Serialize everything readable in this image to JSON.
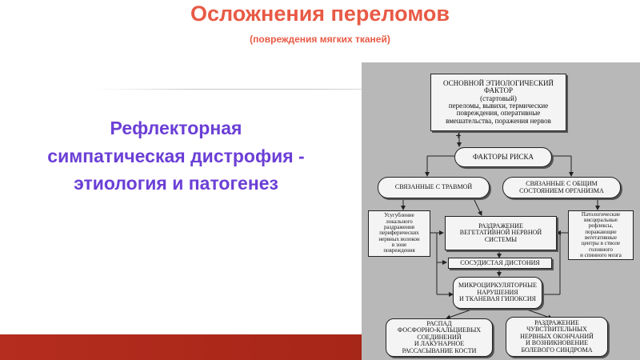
{
  "slide": {
    "title": "Осложнения переломов",
    "subtitle": "(повреждения мягких тканей)",
    "heading_lines": [
      "Рефлекторная",
      "симпатическая дистрофия -",
      "этиология и  патогенез"
    ]
  },
  "diagram": {
    "main_factor": [
      "ОСНОВНОЙ  ЭТИОЛОГИЧЕСКИЙ",
      "ФАКТОР",
      "(стартовый)",
      "переломы, вывихи, термические",
      "повреждения, оперативные",
      "вмешательства, поражения нервов"
    ],
    "plus_sign": "+",
    "risk_factors": "ФАКТОРЫ РИСКА",
    "trauma_related": "СВЯЗАННЫЕ С ТРАВМОЙ",
    "general_condition": [
      "СВЯЗАННЫЕ С ОБЩИМ",
      "СОСТОЯНИЕМ ОРГАНИЗМА"
    ],
    "local_irritation": [
      "Усугубление",
      "локального",
      "раздражения",
      "периферических",
      "нервных  волокон",
      "в зоне",
      "повреждения"
    ],
    "pathological_reflexes": [
      "Патологические",
      "висцеральные",
      "рефлексы,",
      "поражающие",
      "вегетативные",
      "центры в стволе",
      "головного",
      "и спинного мозга"
    ],
    "autonomic_irritation": [
      "РАЗДРАЖЕНИЕ",
      "ВЕГЕТАТИВНОЙ НЕРВНОЙ",
      "СИСТЕМЫ"
    ],
    "vascular_dystonia": "СОСУДИСТАЯ ДИСТОНИЯ",
    "microcirculatory": [
      "МИКРОЦИРКУЛЯТОРНЫЕ",
      "НАРУШЕНИЯ",
      "И ТКАНЕВАЯ ГИПОКСИЯ"
    ],
    "bone_breakdown": [
      "РАСПАД",
      "ФОСФОРНО-КАЛЬЦИЕВЫХ",
      "СОЕДИНЕНИЙ",
      "И ЛАКУНАРНОЕ",
      "РАССАСЫВАНИЕ КОСТИ"
    ],
    "nerve_irritation": [
      "РАЗДРАЖЕНИЕ",
      "ЧУВСТВИТЕЛЬНЫХ",
      "НЕРВНЫХ ОКОНЧАНИЙ",
      "И ВОЗНИКНОВЕНИЕ",
      "БОЛЕВОГО СИНДРОМА"
    ]
  },
  "colors": {
    "title": "#e85a45",
    "heading": "#6b3fd6",
    "diagram_background": "#b8b8b8",
    "footer_bar": "#a62618"
  }
}
